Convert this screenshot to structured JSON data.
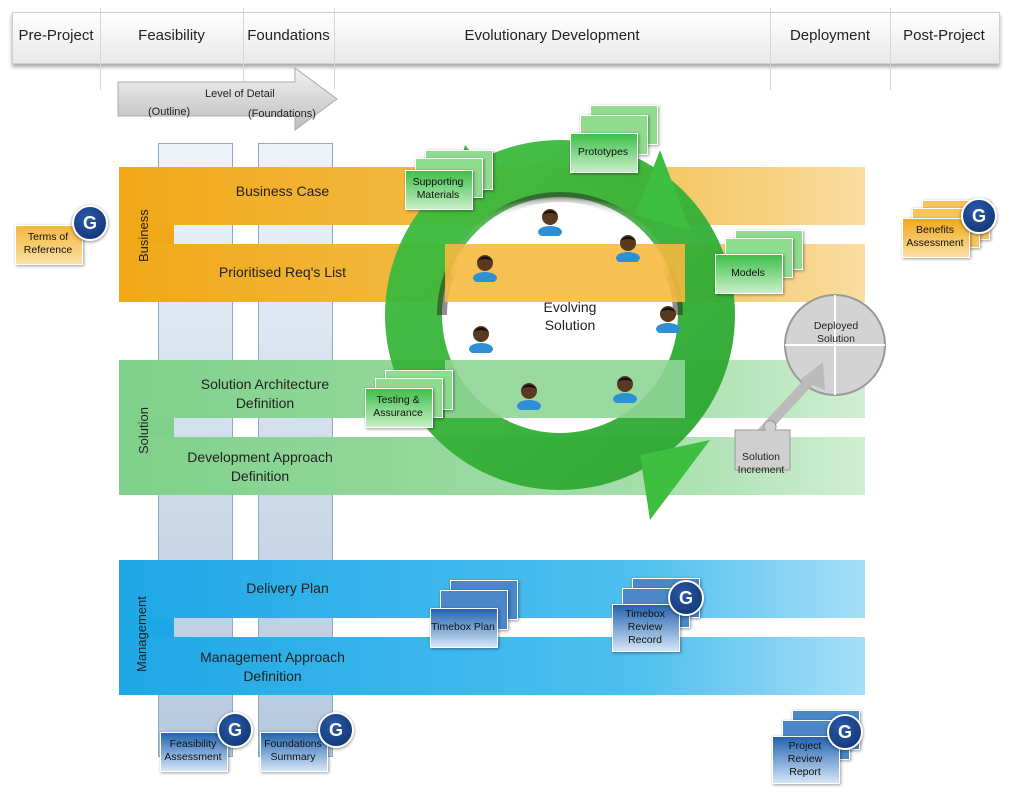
{
  "phases": [
    "Pre-Project",
    "Feasibility",
    "Foundations",
    "Evolutionary Development",
    "Deployment",
    "Post-Project"
  ],
  "level_of_detail": {
    "title": "Level of Detail",
    "outline": "(Outline)",
    "foundations": "(Foundations)"
  },
  "bands": {
    "business": {
      "label": "Business",
      "rows": [
        "Business Case",
        "Prioritised Req's List"
      ],
      "color": "#f0b429"
    },
    "solution": {
      "label": "Solution",
      "rows": [
        "Solution Architecture Definition",
        "Development Approach Definition"
      ],
      "color": "#7fcf86"
    },
    "management": {
      "label": "Management",
      "rows": [
        "Delivery Plan",
        "Management Approach Definition"
      ],
      "color": "#29aee8"
    }
  },
  "center": {
    "label": "Evolving Solution"
  },
  "products": {
    "terms_of_reference": "Terms of Reference",
    "supporting_materials": "Supporting Materials",
    "prototypes": "Prototypes",
    "models": "Models",
    "testing_assurance": "Testing & Assurance",
    "deployed_solution": "Deployed Solution",
    "solution_increment": "Solution Increment",
    "benefits_assessment": "Benefits Assessment",
    "timebox_plan": "Timebox Plan",
    "timebox_review_record": "Timebox Review Record",
    "feasibility_assessment": "Feasibility Assessment",
    "foundations_summary": "Foundations Summary",
    "project_review_report": "Project Review Report"
  },
  "gate_badge": "G"
}
